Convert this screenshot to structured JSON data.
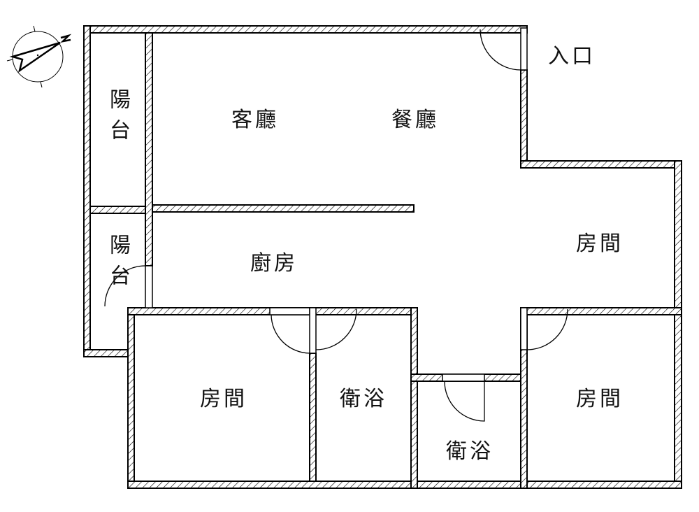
{
  "plan": {
    "entrance": "入口",
    "balcony_upper": "陽台",
    "balcony_lower": "陽台",
    "living_room": "客廳",
    "dining_room": "餐廳",
    "kitchen": "廚房",
    "room_right_upper": "房間",
    "room_left": "房間",
    "bathroom_1": "衛浴",
    "bathroom_2": "衛浴",
    "room_right_lower": "房間"
  },
  "compass": {
    "north_label": "N",
    "icon": "north-arrow-icon"
  }
}
